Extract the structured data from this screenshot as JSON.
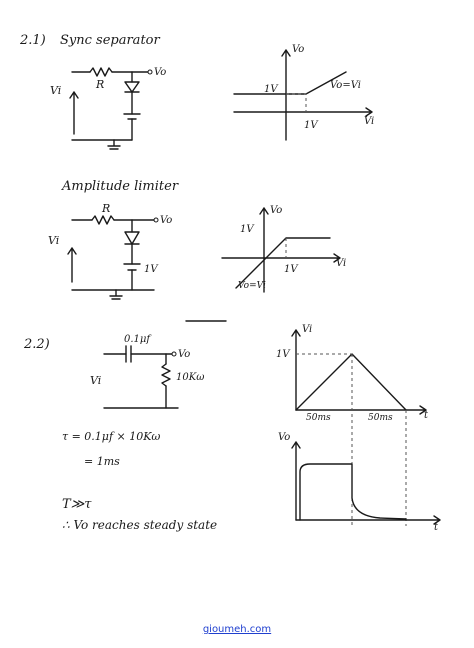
{
  "section_21": {
    "number": "2.1)",
    "title": "Sync separator",
    "circuit": {
      "resistor": "R",
      "input": "Vi",
      "output": "Vo"
    },
    "graph": {
      "y_axis": "Vo",
      "x_axis": "Vi",
      "y_tick": "1V",
      "x_tick": "1V",
      "curve_label": "Vo=Vi"
    }
  },
  "section_limiter": {
    "title": "Amplitude limiter",
    "circuit": {
      "resistor": "R",
      "input": "Vi",
      "output": "Vo",
      "source": "1V"
    },
    "graph": {
      "y_axis": "Vo",
      "x_axis": "Vi",
      "y_tick": "1V",
      "x_tick": "1V",
      "curve_label": "Vo=Vi"
    }
  },
  "section_22": {
    "number": "2.2)",
    "circuit": {
      "capacitor": "0.1μf",
      "resistor": "10Kω",
      "input": "Vi",
      "output": "Vo"
    },
    "input_graph": {
      "y_axis": "Vi",
      "x_axis": "t",
      "y_tick": "1V",
      "x_tick_1": "50ms",
      "x_tick_2": "50ms"
    },
    "output_graph": {
      "y_axis": "Vo",
      "x_axis": "t"
    },
    "eq1": "τ = 0.1μf × 10Kω",
    "eq2": "= 1ms",
    "relation": "T≫τ",
    "conclusion": "∴ Vo reaches steady state"
  },
  "footer": {
    "link": "gioumeh.com"
  }
}
